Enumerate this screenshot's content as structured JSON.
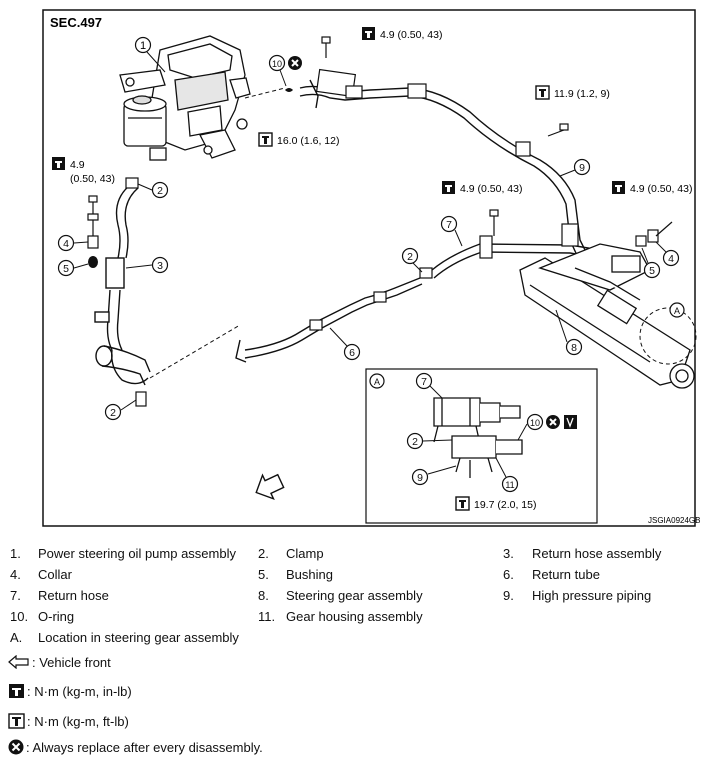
{
  "diagram": {
    "section": "SEC.497",
    "figure_id": "JSGIA0924GB",
    "torques": {
      "t_top": "4.9 (0.50, 43)",
      "t_pump_left_1": "4.9",
      "t_pump_left_2": "(0.50, 43)",
      "t_mid": "4.9 (0.50, 43)",
      "t_right": "4.9 (0.50, 43)",
      "t_oring": "16.0 (1.6, 12)",
      "t_clamp": "11.9 (1.2, 9)",
      "t_detail": "19.7 (2.0, 15)"
    },
    "callouts": {
      "c1": "1",
      "c2a": "2",
      "c2b": "2",
      "c2c": "2",
      "c2d": "2",
      "c3": "3",
      "c4a": "4",
      "c4b": "4",
      "c5a": "5",
      "c5b": "5",
      "c6": "6",
      "c7a": "7",
      "c7b": "7",
      "c8": "8",
      "c9a": "9",
      "c9b": "9",
      "c10a": "10",
      "c10b": "10",
      "c11": "11",
      "cAa": "A",
      "cAb": "A"
    }
  },
  "legend": {
    "parts": [
      [
        {
          "num": "1.",
          "name": "Power steering oil pump assembly"
        },
        {
          "num": "2.",
          "name": "Clamp"
        },
        {
          "num": "3.",
          "name": "Return hose assembly"
        }
      ],
      [
        {
          "num": "4.",
          "name": "Collar"
        },
        {
          "num": "5.",
          "name": "Bushing"
        },
        {
          "num": "6.",
          "name": "Return tube"
        }
      ],
      [
        {
          "num": "7.",
          "name": "Return hose"
        },
        {
          "num": "8.",
          "name": "Steering gear assembly"
        },
        {
          "num": "9.",
          "name": "High pressure piping"
        }
      ],
      [
        {
          "num": "10.",
          "name": "O-ring"
        },
        {
          "num": "11.",
          "name": "Gear housing assembly"
        },
        {
          "num": "",
          "name": ""
        }
      ],
      [
        {
          "num": "A.",
          "name": "Location in steering gear assembly"
        },
        {
          "num": "",
          "name": ""
        },
        {
          "num": "",
          "name": ""
        }
      ]
    ],
    "vehicle_front": ": Vehicle front",
    "torque_in_lb": ": N·m (kg-m, in-lb)",
    "torque_ft_lb": ": N·m (kg-m, ft-lb)",
    "replace_note": ": Always replace after every disassembly."
  }
}
